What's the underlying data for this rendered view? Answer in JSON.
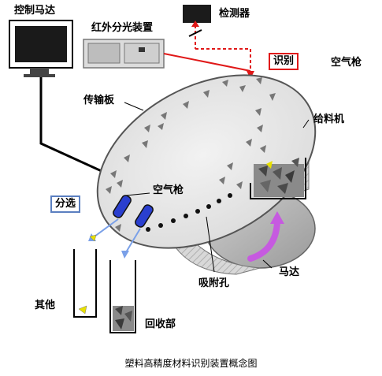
{
  "labels": {
    "control_motor": "控制马达",
    "ir_device": "红外分光装置",
    "detector": "检测器",
    "identify": "识别",
    "air_gun_top": "空气枪",
    "conveyor": "传输板",
    "feeder": "给料机",
    "sort": "分选",
    "air_gun_mid": "空气枪",
    "suction_holes": "吸附孔",
    "motor": "马达",
    "others": "其他",
    "recovery": "回收部"
  },
  "caption": "塑料高精度材料识别装置概念图",
  "colors": {
    "beam": "#e01818",
    "sort_box_border": "#5b7fc0",
    "air_gun": "#2a3fcf",
    "motor_arrow": "#c65ae0",
    "plate": "#e6e6e6"
  }
}
